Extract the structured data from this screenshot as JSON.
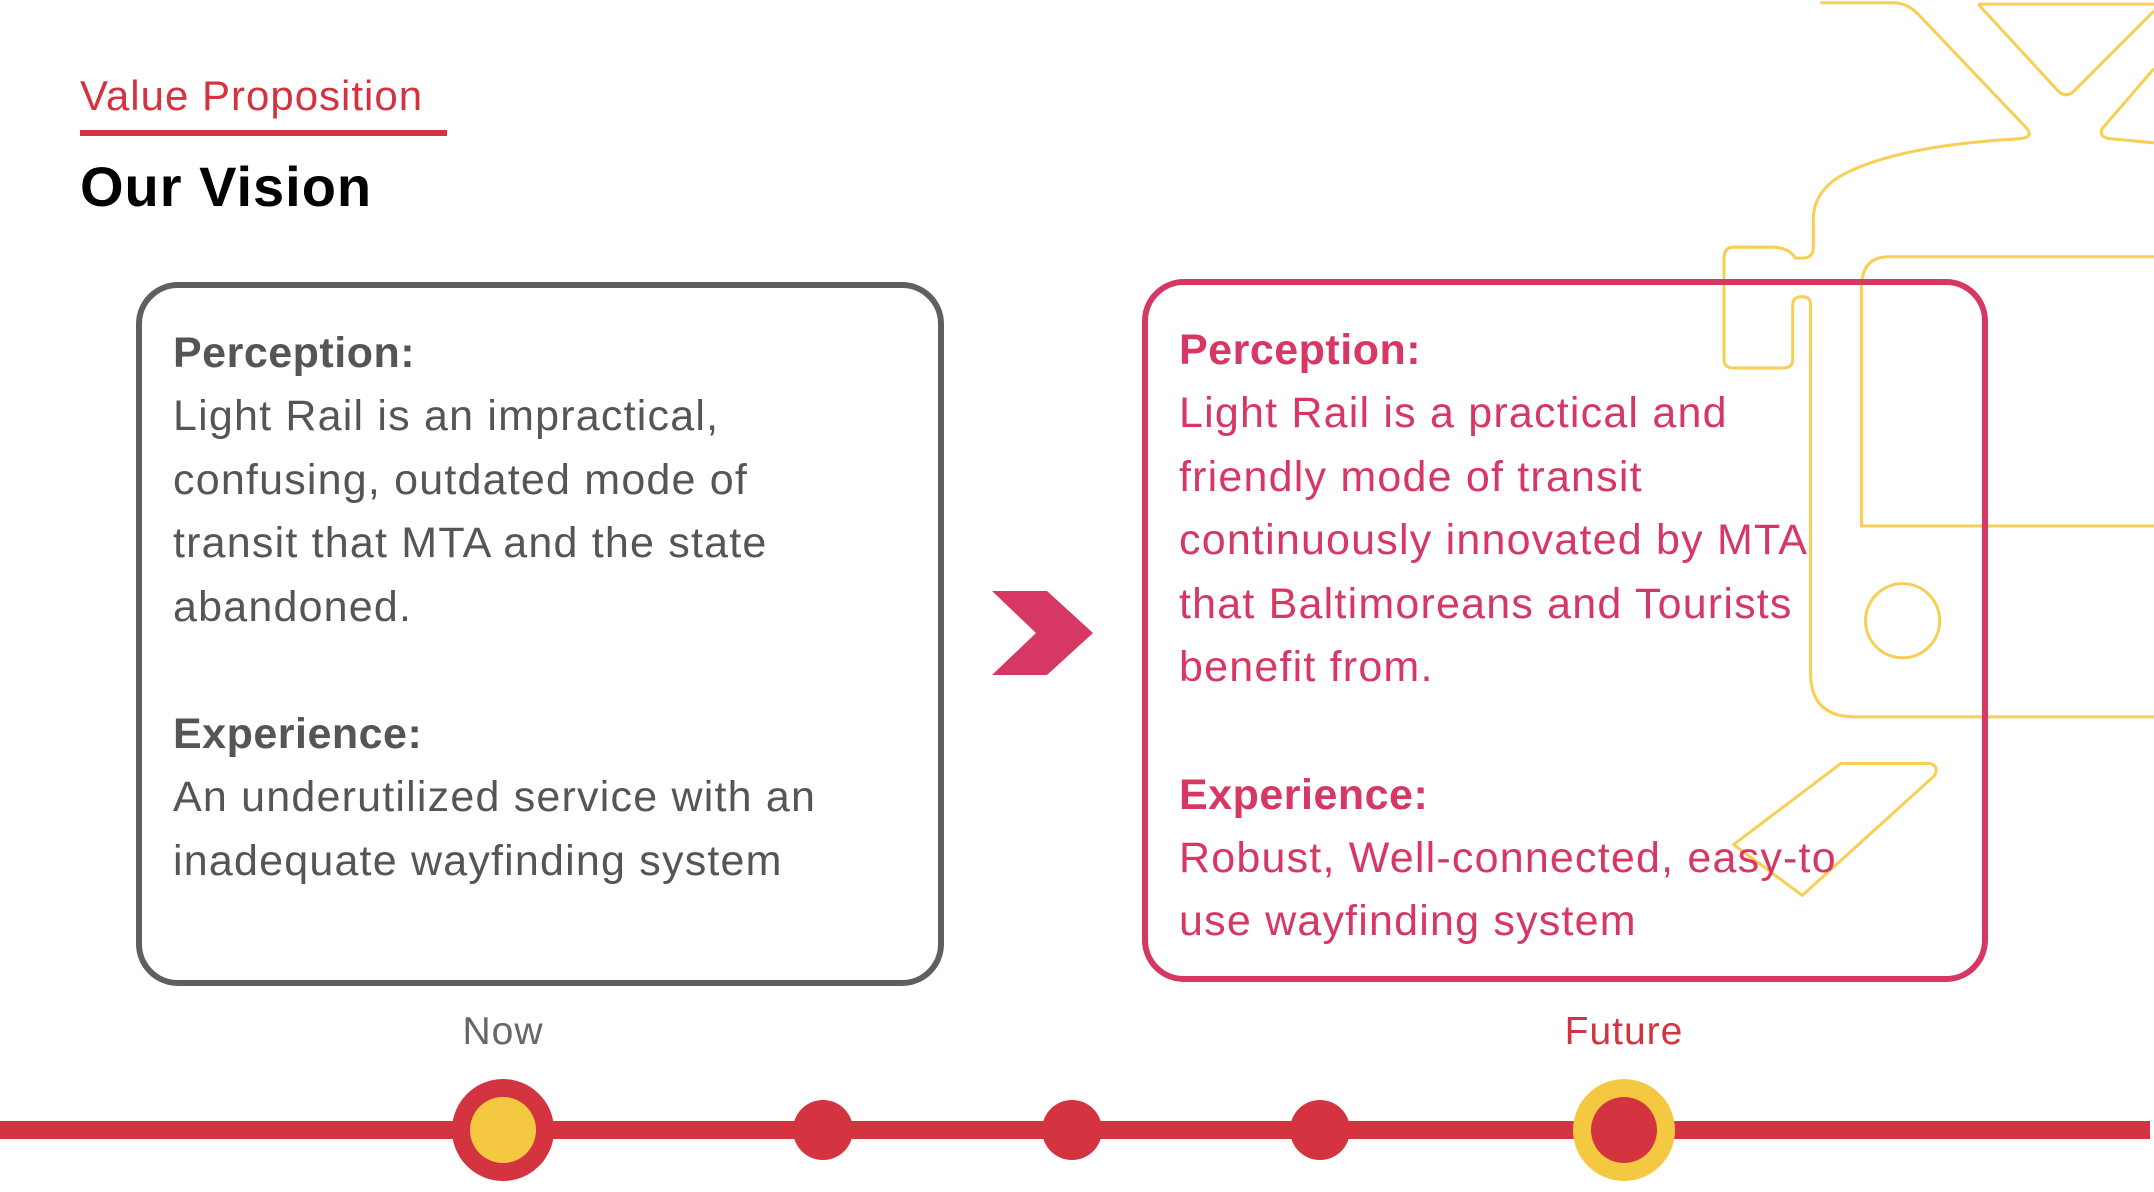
{
  "header": {
    "section_label": "Value Proposition",
    "title": "Our Vision"
  },
  "now_card": {
    "perception_label": "Perception:",
    "perception_lines": [
      "Light Rail is an impractical,",
      "confusing, outdated mode of",
      "transit that MTA and the state",
      "abandoned."
    ],
    "experience_label": "Experience:",
    "experience_lines": [
      "An underutilized service with an",
      "inadequate wayfinding system"
    ]
  },
  "future_card": {
    "perception_label": "Perception:",
    "perception_lines": [
      "Light Rail is a practical and",
      "friendly mode of transit",
      "continuously innovated by MTA",
      "that Baltimoreans and Tourists",
      "benefit from."
    ],
    "experience_label": "Experience:",
    "experience_lines": [
      "Robust, Well-connected, easy-to",
      "use wayfinding system"
    ]
  },
  "timeline": {
    "now_label": "Now",
    "future_label": "Future"
  },
  "colors": {
    "accent_red": "#d4343f",
    "accent_pink": "#d63863",
    "accent_yellow": "#f5c842",
    "neutral_gray": "#5f5f5f"
  }
}
